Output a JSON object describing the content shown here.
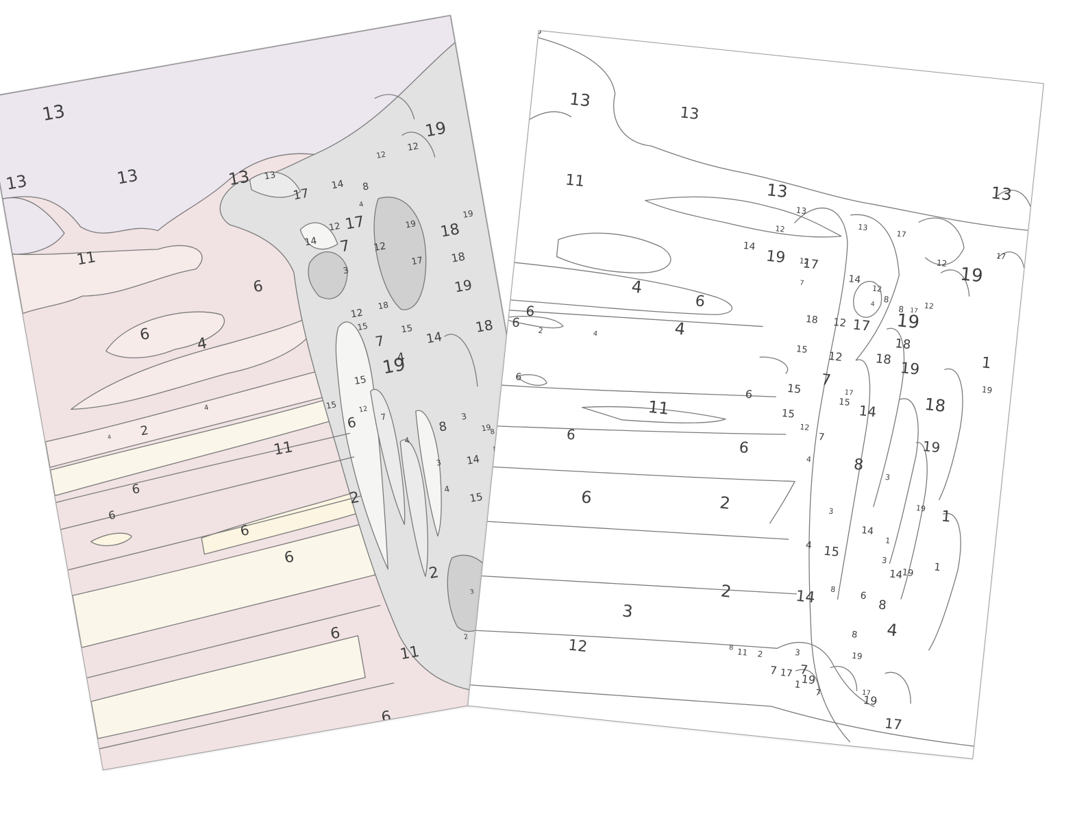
{
  "colors": {
    "outline": "#7a7a7a",
    "sheet_border": "#9a9a9a",
    "number_text": "#3f3f3f",
    "lavender": "#ece6ef",
    "dusty_pink": "#f1e2e3",
    "blush": "#f6ebe9",
    "cream": "#fbf6ea",
    "pale_yellow": "#fbf5e1",
    "light_gray": "#e2e2e2",
    "mid_gray": "#d0d0d0",
    "pale_gray": "#ebebeb",
    "off_white": "#f5f5f3",
    "white": "#ffffff"
  },
  "colored_sheet": {
    "labels": [
      "13",
      "13",
      "13",
      "13",
      "13",
      "11",
      "17",
      "14",
      "8",
      "12",
      "12",
      "19",
      "4",
      "17",
      "12",
      "7",
      "14",
      "19",
      "18",
      "12",
      "17",
      "18",
      "19",
      "18",
      "3",
      "18",
      "12",
      "15",
      "7",
      "15",
      "14",
      "19",
      "4",
      "6",
      "6",
      "4",
      "15",
      "15",
      "19",
      "2",
      "4",
      "4",
      "12",
      "7",
      "6",
      "4",
      "8",
      "3",
      "11",
      "6",
      "19",
      "6",
      "3",
      "14",
      "8",
      "6",
      "2",
      "4",
      "15",
      "14",
      "8",
      "4",
      "6",
      "14",
      "2",
      "8",
      "3",
      "17",
      "3",
      "7",
      "19",
      "1",
      "6",
      "17",
      "7",
      "2",
      "11",
      "6"
    ]
  },
  "lineart_sheet": {
    "labels": [
      "13",
      "13",
      "13",
      "11",
      "13",
      "13",
      "13",
      "17",
      "17",
      "12",
      "12",
      "19",
      "14",
      "19",
      "17",
      "14",
      "12",
      "7",
      "12",
      "4",
      "8",
      "8",
      "17",
      "12",
      "19",
      "4",
      "6",
      "6",
      "18",
      "12",
      "17",
      "18",
      "1",
      "4",
      "6",
      "2",
      "4",
      "15",
      "12",
      "18",
      "19",
      "7",
      "17",
      "15",
      "15",
      "14",
      "18",
      "19",
      "1",
      "6",
      "6",
      "15",
      "11",
      "12",
      "7",
      "19",
      "8",
      "3",
      "4",
      "6",
      "6",
      "1",
      "19",
      "3",
      "2",
      "6",
      "4",
      "15",
      "14",
      "19",
      "8",
      "1",
      "14",
      "3",
      "6",
      "8",
      "4",
      "8",
      "2",
      "14",
      "19",
      "3",
      "8",
      "11",
      "2",
      "3",
      "7",
      "17",
      "7",
      "19",
      "1",
      "7",
      "17",
      "19",
      "12",
      "17",
      "6",
      "6"
    ]
  }
}
